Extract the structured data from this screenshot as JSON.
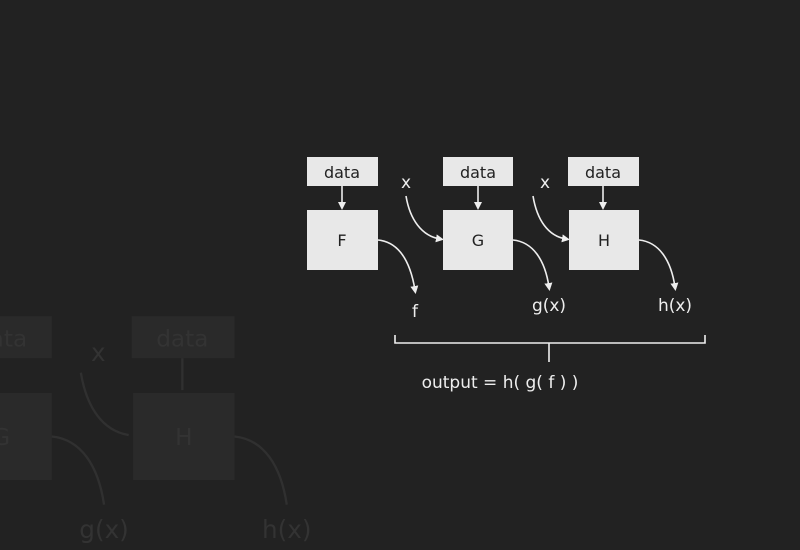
{
  "diagram": {
    "stages": [
      {
        "data_label": "data",
        "function_label": "F",
        "input_label": "",
        "output_label": "f"
      },
      {
        "data_label": "data",
        "function_label": "G",
        "input_label": "x",
        "output_label": "g(x)"
      },
      {
        "data_label": "data",
        "function_label": "H",
        "input_label": "x",
        "output_label": "h(x)"
      }
    ],
    "output_formula": "output = h( g( f ) )"
  },
  "colors": {
    "background": "#222222",
    "box": "#e8e8e8",
    "line": "#eeeeee"
  }
}
